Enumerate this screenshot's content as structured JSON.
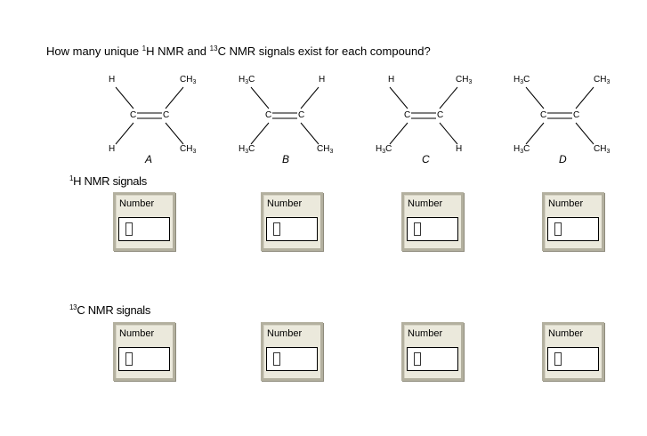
{
  "question": {
    "before": "How many unique ",
    "sup1": "1",
    "middle": "H NMR and ",
    "sup2": "13",
    "after": "C NMR signals exist for each compound?"
  },
  "compounds": [
    {
      "letter": "A",
      "top_left": "H",
      "top_right": "CH3",
      "bottom_left": "H",
      "bottom_right": "CH3"
    },
    {
      "letter": "B",
      "top_left": "H3C",
      "top_right": "H",
      "bottom_left": "H3C",
      "bottom_right": "CH3"
    },
    {
      "letter": "C",
      "top_left": "H",
      "top_right": "CH3",
      "bottom_left": "H3C",
      "bottom_right": "H"
    },
    {
      "letter": "D",
      "top_left": "H3C",
      "top_right": "CH3",
      "bottom_left": "H3C",
      "bottom_right": "CH3"
    }
  ],
  "carbon_label": "C",
  "sections": {
    "h_nmr": {
      "sup": "1",
      "title": "H NMR signals"
    },
    "c_nmr": {
      "sup": "13",
      "title": "C NMR signals"
    }
  },
  "number_label": "Number",
  "answers": {
    "h": [
      "",
      "",
      "",
      ""
    ],
    "c": [
      "",
      "",
      "",
      ""
    ]
  }
}
